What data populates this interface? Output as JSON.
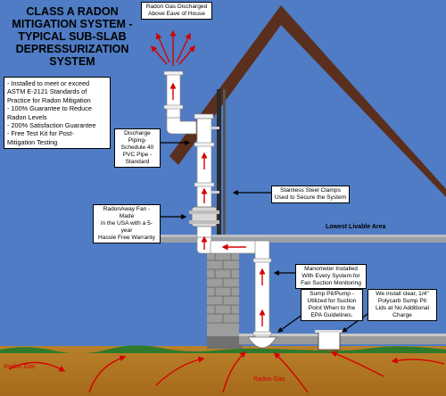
{
  "title": {
    "line1": "CLASS A RADON",
    "line2": "MITIGATION SYSTEM -",
    "line3": "TYPICAL SUB-SLAB",
    "line4": "DEPRESSURIZATION",
    "line5": "SYSTEM"
  },
  "bullets": [
    "- Installed to meet or exceed",
    "ASTM E-2121 Standards of",
    "Practice for Radon Mitigation",
    "- 100% Guarantee to Reduce",
    "Radon Levels",
    "- 200% Satisfaction Guarantee",
    "- Free Test Kit for Post-",
    "Mitigation Testing"
  ],
  "labels": {
    "discharge_top": {
      "line1": "Radon Gas Discharged",
      "line2": "Above Eave of House"
    },
    "discharge_piping": {
      "line1": "Discharge",
      "line2": "Piping-",
      "line3": "Schedule 40",
      "line4": "PVC Pipe -",
      "line5": "Standard"
    },
    "clamps": {
      "line1": "Stainless Steel Clamps",
      "line2": "Used to Secure the System"
    },
    "fan": {
      "line1": "RadonAway Fan - Made",
      "line2": "in the USA with a 5-year",
      "line3": "Hassle Free Warranty"
    },
    "lowest_area": "Lowest Livable Area",
    "manometer": {
      "line1": "Manometer Installed",
      "line2": "With Every System for",
      "line3": "Fan Suction Monitoring"
    },
    "sump": {
      "line1": "Sump Pit/Pump -",
      "line2": "Utilized for Suction",
      "line3": "Point When to the",
      "line4": "EPA Guidelines."
    },
    "polycarb": {
      "line1": "We install clear, 1/4\"",
      "line2": "Polycarb Sump Pit",
      "line3": "Lids at No Additional",
      "line4": "Charge"
    },
    "radon_gas_left": "Radon Gas",
    "radon_gas_right": "Radon Gas"
  },
  "colors": {
    "sky": "#4f7cc4",
    "roof": "#5a2f1e",
    "soil": "#b0761f",
    "radon_arrow": "#d40000",
    "pipe": "#ffffff",
    "slab": "#9a9a9a"
  }
}
